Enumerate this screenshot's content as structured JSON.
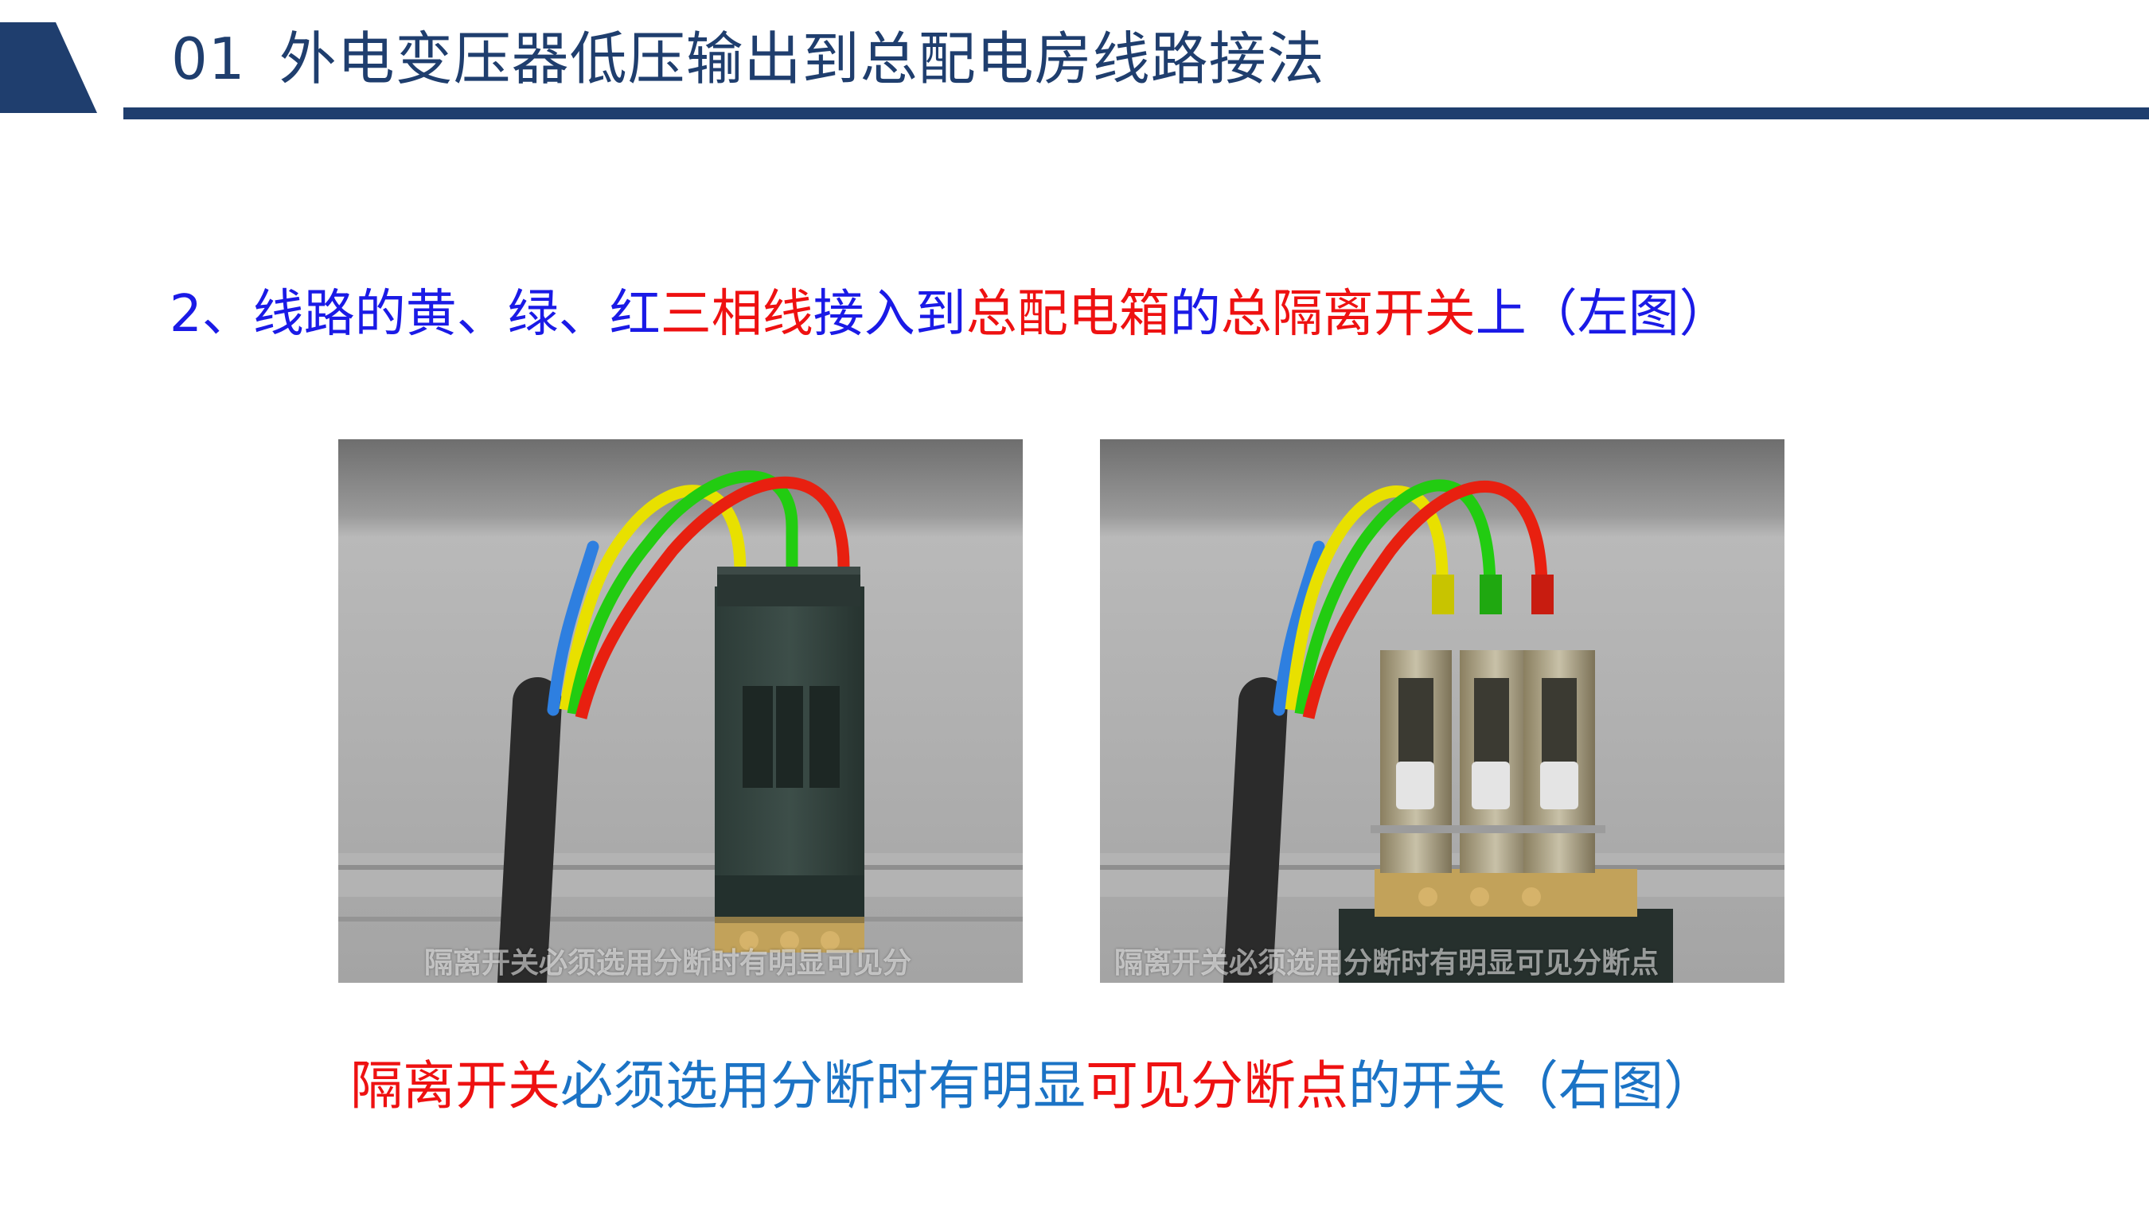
{
  "header": {
    "number": "01",
    "title": "外电变压器低压输出到总配电房线路接法",
    "accent_color": "#1F3E6E"
  },
  "subtitle": {
    "parts": [
      {
        "text": "2、线路的黄、绿、红",
        "color": "#1A1AE6"
      },
      {
        "text": "三相线",
        "color": "#EE1111"
      },
      {
        "text": "接入到",
        "color": "#1A1AE6"
      },
      {
        "text": "总配电箱",
        "color": "#EE1111"
      },
      {
        "text": "的",
        "color": "#1A1AE6"
      },
      {
        "text": "总隔离开关",
        "color": "#EE1111"
      },
      {
        "text": "上（左图）",
        "color": "#1A1AE6"
      }
    ]
  },
  "images": {
    "left": {
      "overlay_text": "隔离开关必须选用分断时有明显可见分",
      "state": "closed"
    },
    "right": {
      "overlay_text": "隔离开关必须选用分断时有明显可见分断点",
      "state": "open"
    }
  },
  "caption": {
    "parts": [
      {
        "text": "隔离开关",
        "color": "#EE1111"
      },
      {
        "text": "必须选用分断时有明显",
        "color": "#1B73C5"
      },
      {
        "text": "可见分断点",
        "color": "#EE1111"
      },
      {
        "text": "的开关（右图）",
        "color": "#1B73C5"
      }
    ]
  },
  "colors": {
    "wire_yellow": "#E8E000",
    "wire_green": "#22CC11",
    "wire_red": "#E82010",
    "wire_blue": "#2E7FE0"
  }
}
